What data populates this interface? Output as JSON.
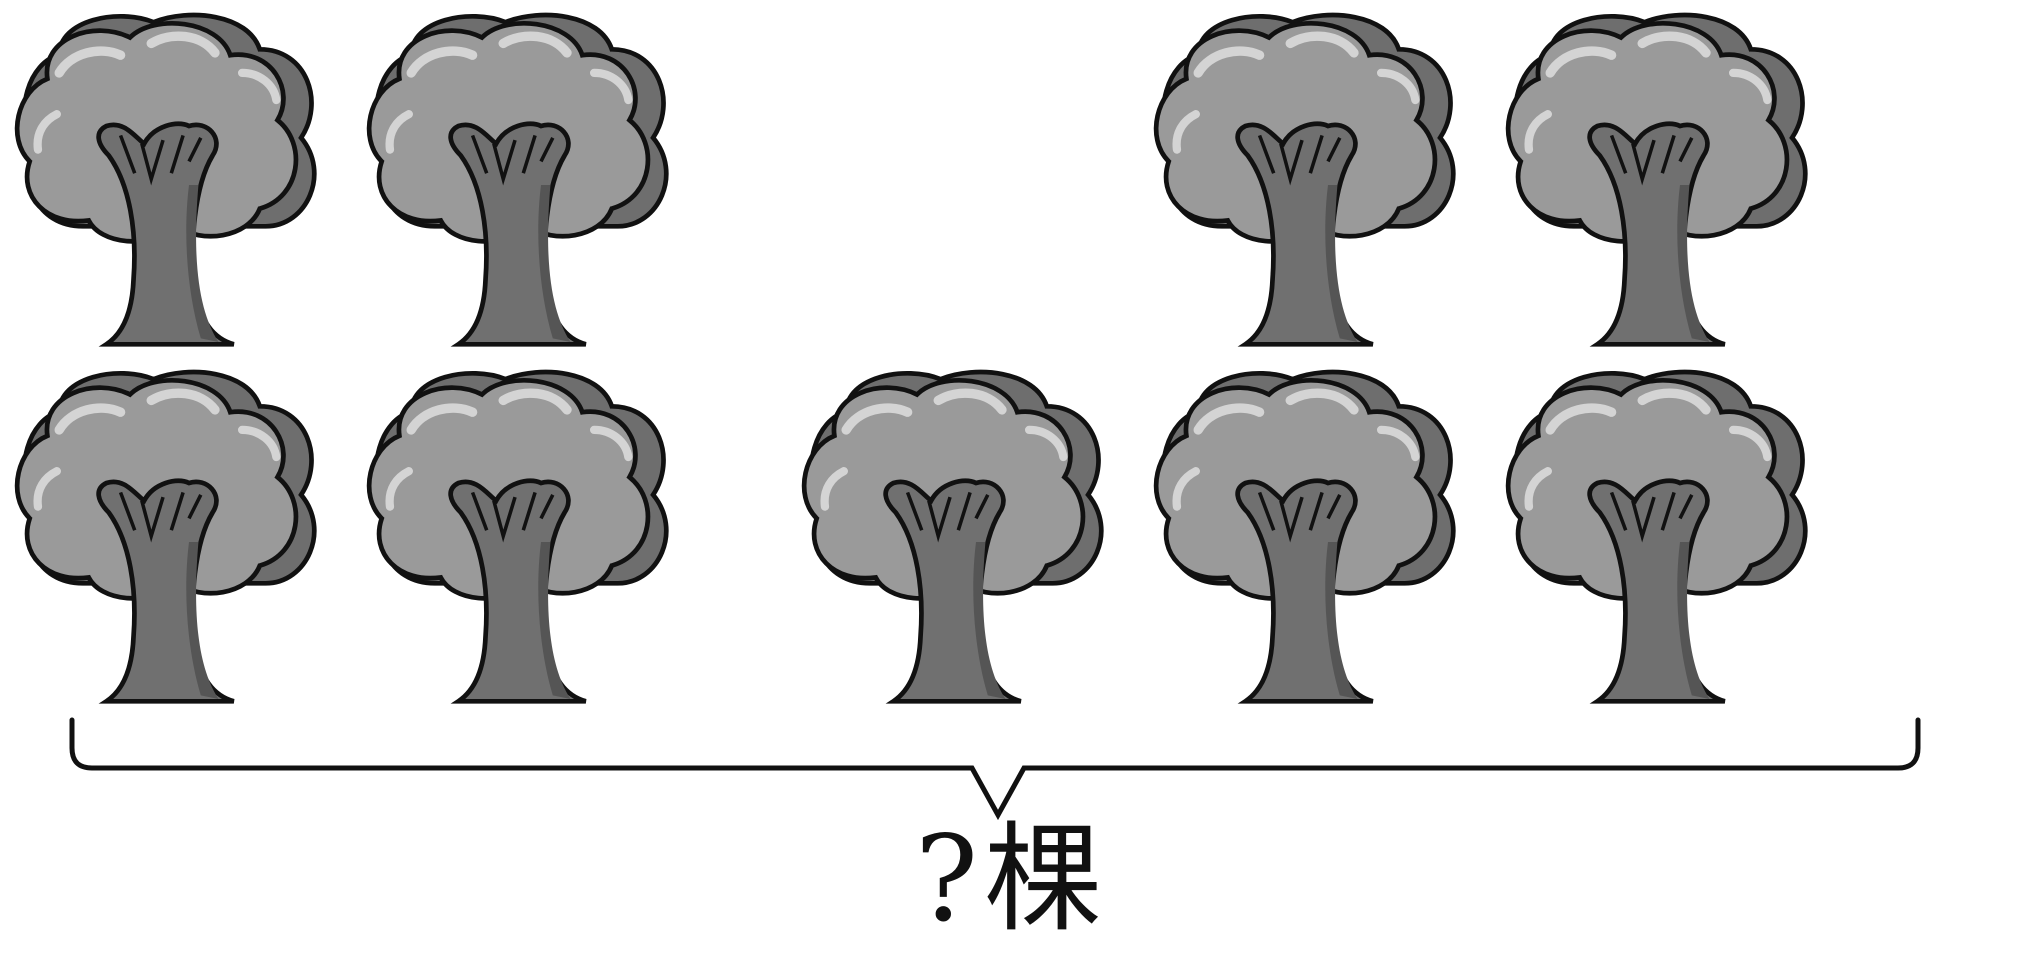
{
  "question": {
    "mark": "?",
    "unit": "棵"
  },
  "groups": [
    {
      "rows": [
        2,
        2
      ]
    },
    {
      "rows": [
        2,
        3
      ]
    }
  ],
  "colors": {
    "canopy": "#9a9a9a",
    "canopy_shadow": "#6e6e6e",
    "canopy_highlight": "#d4d4d4",
    "trunk": "#707070",
    "trunk_shadow": "#555555",
    "outline": "#111111",
    "background": "#ffffff"
  },
  "icons": {
    "tree": "tree-icon",
    "brace": "brace-icon"
  }
}
